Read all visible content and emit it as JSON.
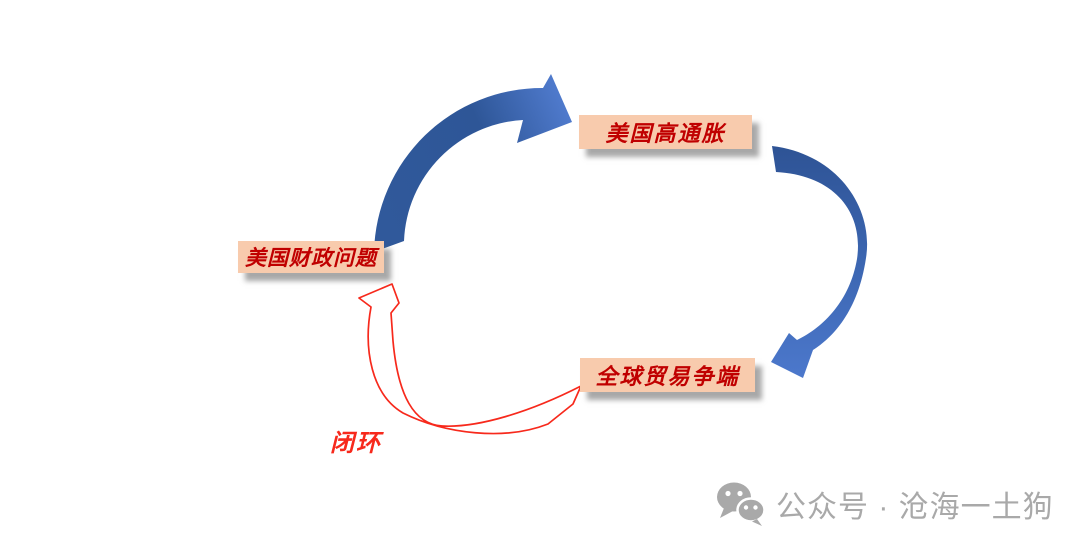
{
  "background_color": "#FFFFFF",
  "diagram": {
    "nodes": [
      {
        "id": "us-high-inflation",
        "label": "美国高通胀"
      },
      {
        "id": "us-fiscal-problem",
        "label": "美国财政问题"
      },
      {
        "id": "global-trade-dispute",
        "label": "全球贸易争端"
      }
    ],
    "edges": [
      {
        "from": "us-fiscal-problem",
        "to": "us-high-inflation",
        "style": "solid-filled",
        "color": "#2E5697"
      },
      {
        "from": "us-high-inflation",
        "to": "global-trade-dispute",
        "style": "solid-filled",
        "color": "#2E5395"
      },
      {
        "from": "global-trade-dispute",
        "to": "us-fiscal-problem",
        "style": "hollow-outline",
        "color": "#F7291C",
        "label": "闭环"
      }
    ],
    "loop_label": "闭环",
    "colors": {
      "node_fill": "#F8CBAD",
      "node_text": "#C00000",
      "arrow_blue_dark": "#2E5395",
      "arrow_blue_light": "#4C78CC",
      "arrow_red": "#F7291C"
    }
  },
  "watermark": {
    "icon": "wechat-icon",
    "text": "公众号 · 沧海一土狗",
    "color": "#A9A9A9"
  }
}
